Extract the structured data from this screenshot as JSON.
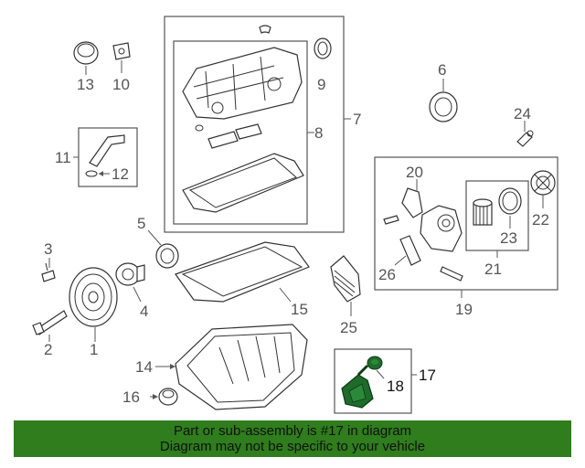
{
  "callouts": [
    "1",
    "2",
    "3",
    "4",
    "5",
    "6",
    "7",
    "8",
    "9",
    "10",
    "11",
    "12",
    "13",
    "14",
    "15",
    "16",
    "17",
    "18",
    "19",
    "20",
    "21",
    "22",
    "23",
    "24",
    "25",
    "26"
  ],
  "banner": {
    "line1": "Part or sub-assembly is #17 in diagram",
    "line2": "Diagram may not be specific to your vehicle",
    "background": "#2f7d1c"
  },
  "highlight_color": "#1e6b2a"
}
